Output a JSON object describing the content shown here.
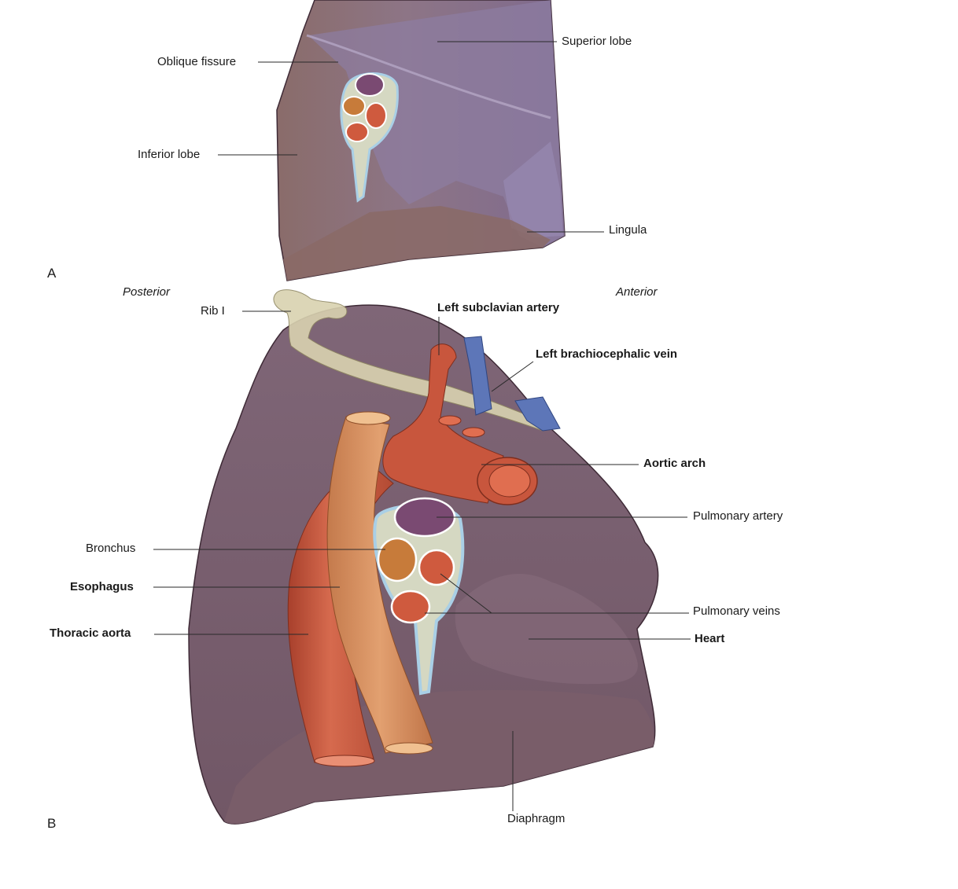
{
  "panels": {
    "a": {
      "letter": "A",
      "labels": {
        "superior_lobe": "Superior lobe",
        "oblique_fissure": "Oblique fissure",
        "inferior_lobe": "Inferior lobe",
        "lingula": "Lingula"
      }
    },
    "b": {
      "letter": "B",
      "orientation": {
        "posterior": "Posterior",
        "anterior": "Anterior"
      },
      "labels": {
        "rib": "Rib I",
        "left_subclavian_artery": "Left subclavian artery",
        "left_brachiocephalic_vein": "Left brachiocephalic vein",
        "aortic_arch": "Aortic arch",
        "pulmonary_artery": "Pulmonary artery",
        "bronchus": "Bronchus",
        "esophagus": "Esophagus",
        "pulmonary_veins": "Pulmonary veins",
        "thoracic_aorta": "Thoracic aorta",
        "heart": "Heart",
        "diaphragm": "Diaphragm"
      }
    }
  },
  "colors": {
    "lung_base": "#7e6473",
    "lung_upper": "#8c7a9b",
    "lung_lower": "#8a6e6a",
    "lung_edge": "#3e2a36",
    "aorta": "#c8563d",
    "esophagus": "#d38a5c",
    "vein_blue": "#5d76b8",
    "rib_bone": "#d9d2b0",
    "pleura_fill": "#d5d8c2",
    "pleura_edge": "#a9cfe6",
    "pulmonary_artery": "#7a4a72",
    "pulmonary_vein": "#cf5a3e",
    "bronchus": "#c77b3a"
  }
}
